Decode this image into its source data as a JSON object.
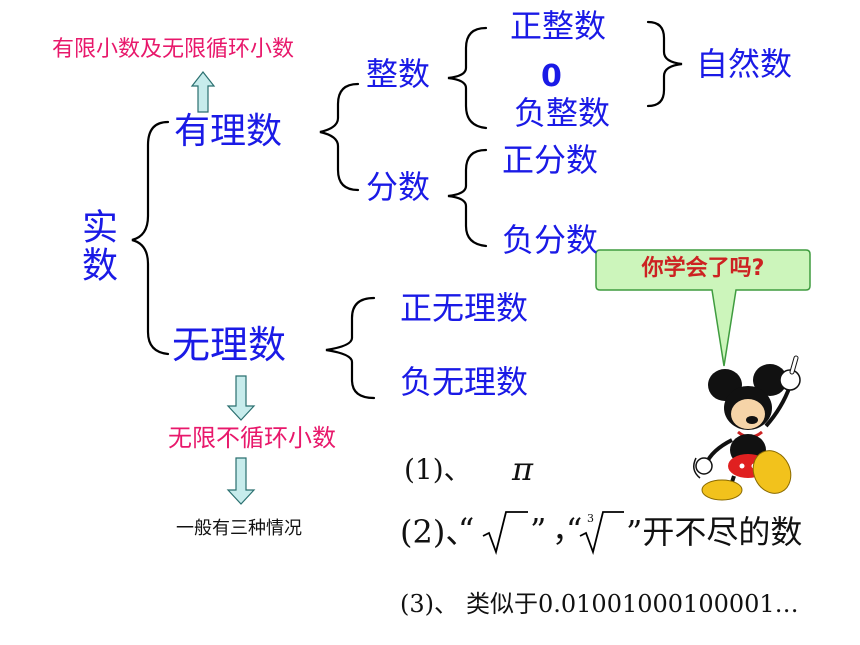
{
  "diagram": {
    "root": "实数",
    "rational": "有理数",
    "rational_note": "有限小数及无限循环小数",
    "integer": "整数",
    "pos_int": "正整数",
    "zero": "0",
    "neg_int": "负整数",
    "natural": "自然数",
    "fraction": "分数",
    "pos_frac": "正分数",
    "neg_frac": "负分数",
    "irrational": "无理数",
    "pos_irr": "正无理数",
    "neg_irr": "负无理数",
    "irr_note": "无限不循环小数",
    "irr_cases": "一般有三种情况"
  },
  "speech_bubble": "你学会了吗?",
  "cases": {
    "c1_num": "(1)、",
    "c1_pi": "π",
    "c2_num": "(2)、",
    "c2_q1": "“",
    "c2_q2": "”",
    "c2_sep": "，",
    "c2_q3": "“",
    "c2_idx": "3",
    "c2_tail": "”开不尽的数",
    "c3_num": "(3)、",
    "c3_text": "类似于0.01001000100001…"
  },
  "colors": {
    "blue": "#1a1ae6",
    "pink": "#e8186b",
    "bubble_fill": "#ccf5bb",
    "bubble_stroke": "#3f9c3f",
    "arrow_fill": "#c7ecec"
  }
}
